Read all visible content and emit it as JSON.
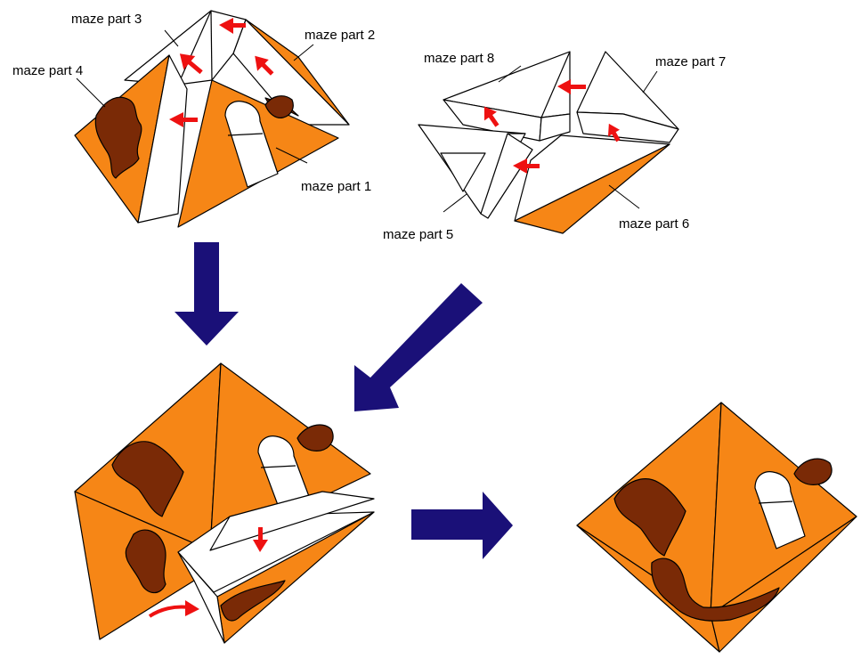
{
  "labels": {
    "part1": "maze part 1",
    "part2": "maze part 2",
    "part3": "maze part 3",
    "part4": "maze part 4",
    "part5": "maze part 5",
    "part6": "maze part 6",
    "part7": "maze part 7",
    "part8": "maze part 8"
  },
  "colors": {
    "face": "#f68616",
    "maze_path": "#7a2a06",
    "white": "#ffffff",
    "stroke": "#000000",
    "small_arrow": "#ee1111",
    "big_arrow": "#1a1078"
  }
}
